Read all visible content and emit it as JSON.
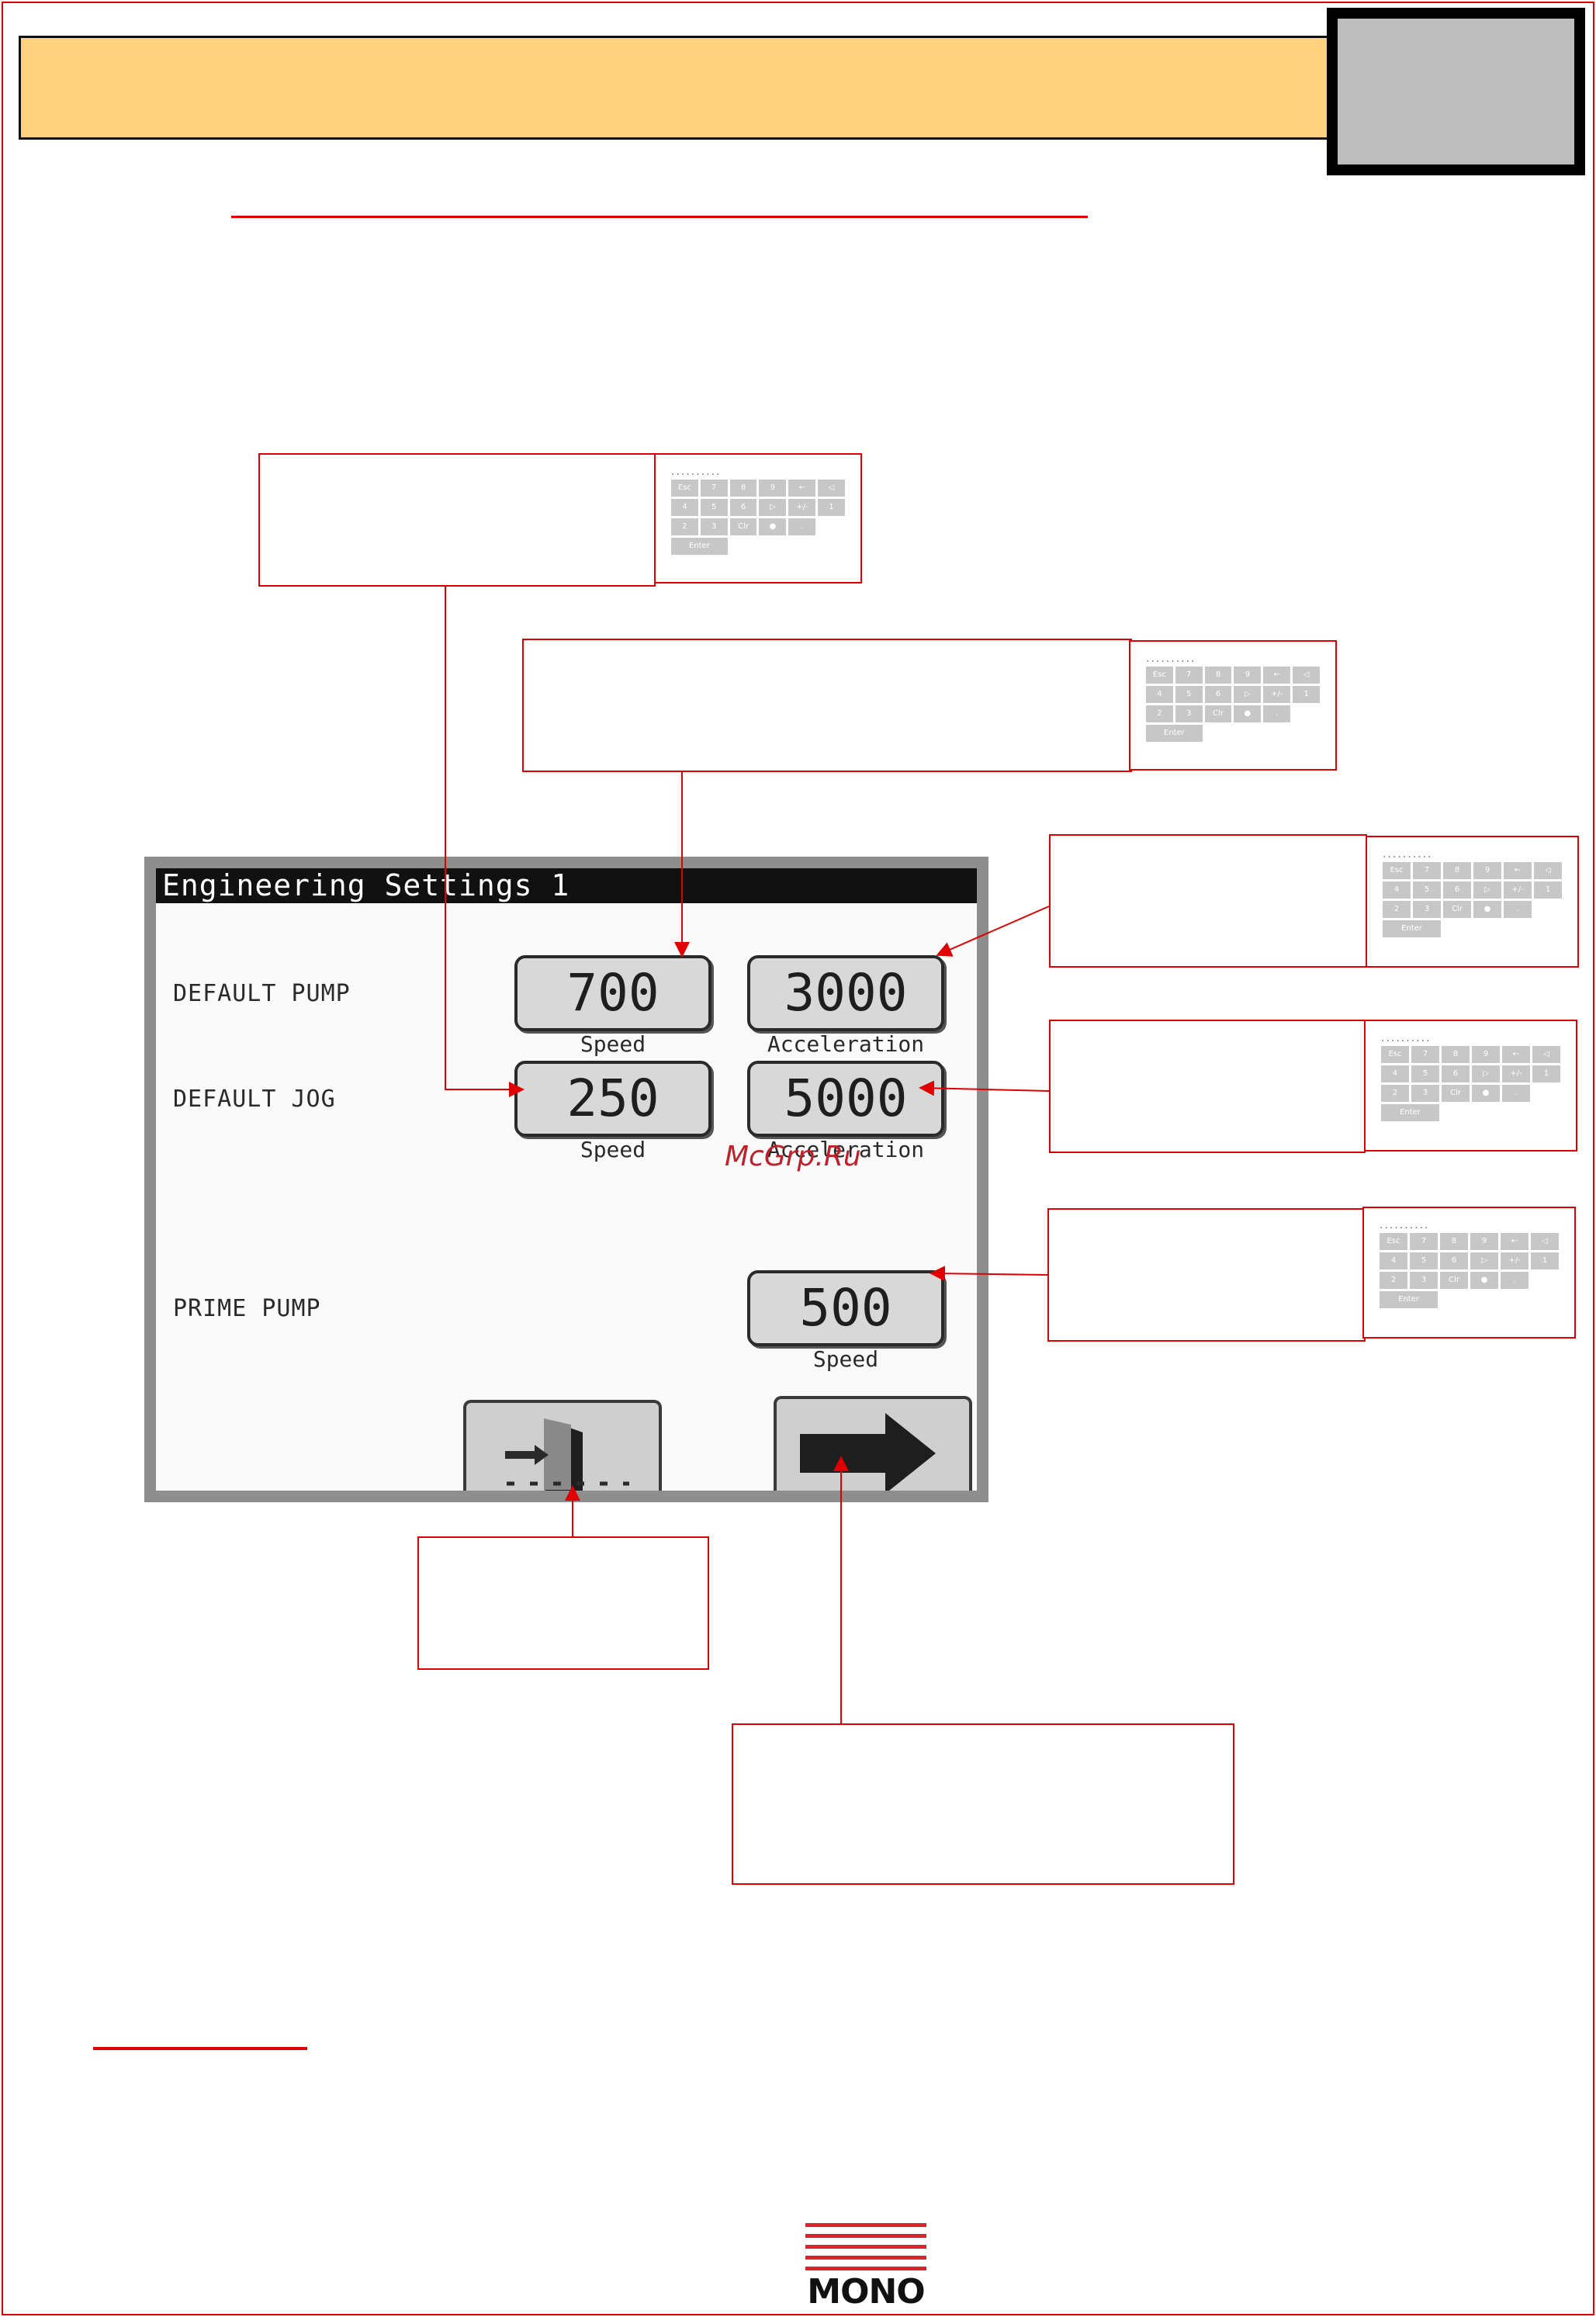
{
  "hmi": {
    "title": "Engineering Settings 1",
    "rows": [
      {
        "label": "DEFAULT PUMP"
      },
      {
        "label": "DEFAULT JOG"
      },
      {
        "label": "PRIME PUMP"
      }
    ],
    "fields": {
      "pump_speed": {
        "value": "700",
        "unit": "Speed"
      },
      "pump_accel": {
        "value": "3000",
        "unit": "Acceleration"
      },
      "jog_speed": {
        "value": "250",
        "unit": "Speed"
      },
      "jog_accel": {
        "value": "5000",
        "unit": "Acceleration"
      },
      "prime_speed": {
        "value": "500",
        "unit": "Speed"
      }
    },
    "buttons": {
      "exit_icon": "exit-door-icon",
      "next_icon": "arrow-right-icon"
    }
  },
  "keypad": {
    "dots": "..........",
    "keys": [
      "Esc",
      "7",
      "8",
      "9",
      "←",
      "◁",
      "4",
      "5",
      "6",
      "▷",
      "+/-",
      "1",
      "2",
      "3",
      "Clr",
      "●",
      "."
    ],
    "enter": "Enter"
  },
  "watermark": "McGrp.Ru",
  "logo": {
    "text": "MONO"
  },
  "colors": {
    "accent_red": "#e00000",
    "header_band": "#ffd27f",
    "corner_box": "#bdbdbd"
  }
}
